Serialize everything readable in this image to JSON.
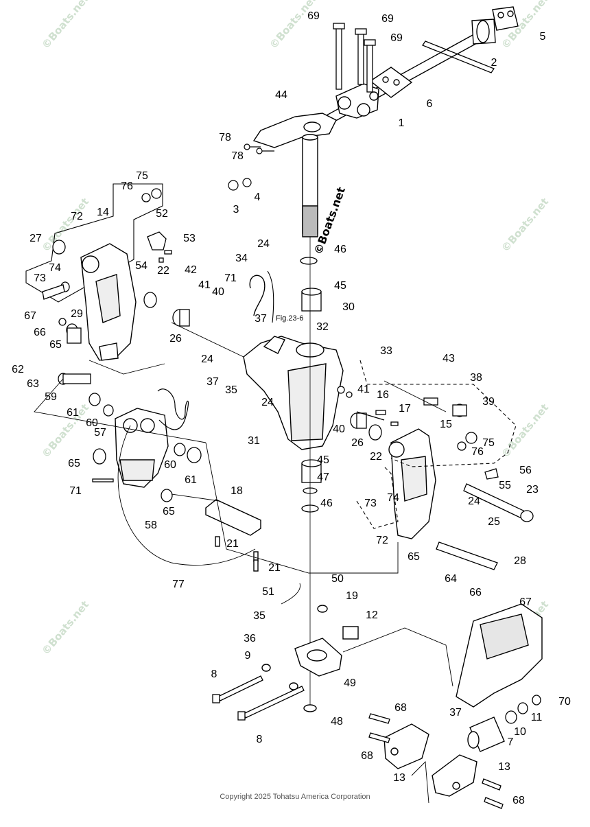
{
  "watermark": "©Boats.net",
  "center_watermark": "©Boats.net",
  "fig_ref": "Fig.23-6",
  "copyright": "Copyright 2025 Tohatsu America Corporation",
  "callouts": [
    {
      "id": "c69a",
      "text": "69"
    },
    {
      "id": "c69b",
      "text": "69"
    },
    {
      "id": "c69c",
      "text": "69"
    },
    {
      "id": "c5",
      "text": "5"
    },
    {
      "id": "c2",
      "text": "2"
    },
    {
      "id": "c6",
      "text": "6"
    },
    {
      "id": "c1",
      "text": "1"
    },
    {
      "id": "c44",
      "text": "44"
    },
    {
      "id": "c78a",
      "text": "78"
    },
    {
      "id": "c78b",
      "text": "78"
    },
    {
      "id": "c3",
      "text": "3"
    },
    {
      "id": "c4",
      "text": "4"
    },
    {
      "id": "c75a",
      "text": "75"
    },
    {
      "id": "c76a",
      "text": "76"
    },
    {
      "id": "c72a",
      "text": "72"
    },
    {
      "id": "c14",
      "text": "14"
    },
    {
      "id": "c27",
      "text": "27"
    },
    {
      "id": "c52",
      "text": "52"
    },
    {
      "id": "c53",
      "text": "53"
    },
    {
      "id": "c54",
      "text": "54"
    },
    {
      "id": "c74a",
      "text": "74"
    },
    {
      "id": "c73a",
      "text": "73"
    },
    {
      "id": "c22a",
      "text": "22"
    },
    {
      "id": "c42",
      "text": "42"
    },
    {
      "id": "c41a",
      "text": "41"
    },
    {
      "id": "c40a",
      "text": "40"
    },
    {
      "id": "c34",
      "text": "34"
    },
    {
      "id": "c24a",
      "text": "24"
    },
    {
      "id": "c71a",
      "text": "71"
    },
    {
      "id": "c37a",
      "text": "37"
    },
    {
      "id": "c46a",
      "text": "46"
    },
    {
      "id": "c45a",
      "text": "45"
    },
    {
      "id": "c67a",
      "text": "67"
    },
    {
      "id": "c66a",
      "text": "66"
    },
    {
      "id": "c29",
      "text": "29"
    },
    {
      "id": "c65a",
      "text": "65"
    },
    {
      "id": "c26a",
      "text": "26"
    },
    {
      "id": "c30",
      "text": "30"
    },
    {
      "id": "c32",
      "text": "32"
    },
    {
      "id": "c33",
      "text": "33"
    },
    {
      "id": "c24b",
      "text": "24"
    },
    {
      "id": "c62",
      "text": "62"
    },
    {
      "id": "c63",
      "text": "63"
    },
    {
      "id": "c37b",
      "text": "37"
    },
    {
      "id": "c35a",
      "text": "35"
    },
    {
      "id": "c43",
      "text": "43"
    },
    {
      "id": "c38",
      "text": "38"
    },
    {
      "id": "c39",
      "text": "39"
    },
    {
      "id": "c59",
      "text": "59"
    },
    {
      "id": "c24c",
      "text": "24"
    },
    {
      "id": "c41b",
      "text": "41"
    },
    {
      "id": "c16",
      "text": "16"
    },
    {
      "id": "c17",
      "text": "17"
    },
    {
      "id": "c15",
      "text": "15"
    },
    {
      "id": "c61a",
      "text": "61"
    },
    {
      "id": "c60a",
      "text": "60"
    },
    {
      "id": "c40b",
      "text": "40"
    },
    {
      "id": "c26b",
      "text": "26"
    },
    {
      "id": "c22b",
      "text": "22"
    },
    {
      "id": "c75b",
      "text": "75"
    },
    {
      "id": "c76b",
      "text": "76"
    },
    {
      "id": "c57",
      "text": "57"
    },
    {
      "id": "c31",
      "text": "31"
    },
    {
      "id": "c65b",
      "text": "65"
    },
    {
      "id": "c60b",
      "text": "60"
    },
    {
      "id": "c61b",
      "text": "61"
    },
    {
      "id": "c45b",
      "text": "45"
    },
    {
      "id": "c56",
      "text": "56"
    },
    {
      "id": "c55",
      "text": "55"
    },
    {
      "id": "c71b",
      "text": "71"
    },
    {
      "id": "c18",
      "text": "18"
    },
    {
      "id": "c47",
      "text": "47"
    },
    {
      "id": "c23",
      "text": "23"
    },
    {
      "id": "c73b",
      "text": "73"
    },
    {
      "id": "c74b",
      "text": "74"
    },
    {
      "id": "c46b",
      "text": "46"
    },
    {
      "id": "c58",
      "text": "58"
    },
    {
      "id": "c65c",
      "text": "65"
    },
    {
      "id": "c24d",
      "text": "24"
    },
    {
      "id": "c25",
      "text": "25"
    },
    {
      "id": "c72b",
      "text": "72"
    },
    {
      "id": "c21a",
      "text": "21"
    },
    {
      "id": "c65d",
      "text": "65"
    },
    {
      "id": "c28",
      "text": "28"
    },
    {
      "id": "c21b",
      "text": "21"
    },
    {
      "id": "c77",
      "text": "77"
    },
    {
      "id": "c64",
      "text": "64"
    },
    {
      "id": "c66b",
      "text": "66"
    },
    {
      "id": "c67b",
      "text": "67"
    },
    {
      "id": "c50",
      "text": "50"
    },
    {
      "id": "c51",
      "text": "51"
    },
    {
      "id": "c19",
      "text": "19"
    },
    {
      "id": "c35b",
      "text": "35"
    },
    {
      "id": "c12",
      "text": "12"
    },
    {
      "id": "c36",
      "text": "36"
    },
    {
      "id": "c9",
      "text": "9"
    },
    {
      "id": "c49",
      "text": "49"
    },
    {
      "id": "c8a",
      "text": "8"
    },
    {
      "id": "c70",
      "text": "70"
    },
    {
      "id": "c68a",
      "text": "68"
    },
    {
      "id": "c11",
      "text": "11"
    },
    {
      "id": "c37c",
      "text": "37"
    },
    {
      "id": "c48",
      "text": "48"
    },
    {
      "id": "c8b",
      "text": "8"
    },
    {
      "id": "c10",
      "text": "10"
    },
    {
      "id": "c7",
      "text": "7"
    },
    {
      "id": "c68b",
      "text": "68"
    },
    {
      "id": "c13a",
      "text": "13"
    },
    {
      "id": "c13b",
      "text": "13"
    },
    {
      "id": "c68c",
      "text": "68"
    }
  ]
}
